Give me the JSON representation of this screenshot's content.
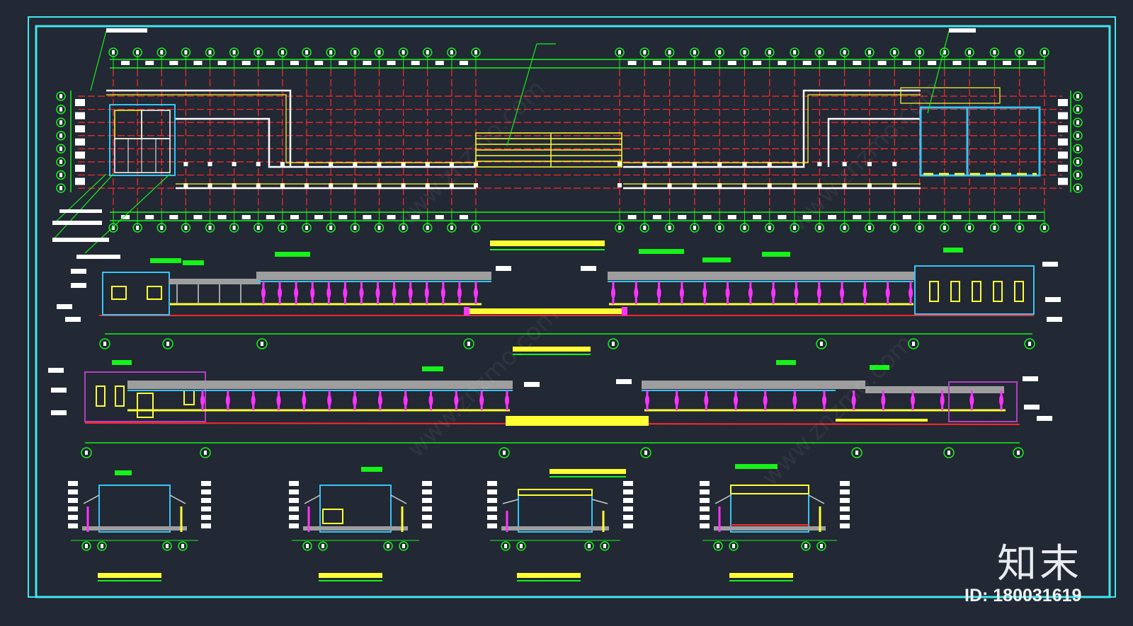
{
  "colors": {
    "background": "#222834",
    "frame": "#3fe8f0",
    "grid": "#16f21a",
    "axis": "#ff2a2a",
    "wall": "#ffffff",
    "glulam": "#ffff33",
    "column": "#ff33ff",
    "roof": "#9e9e9e",
    "room": "#33c6f7"
  },
  "plan": {
    "column_count_left": 16,
    "column_count_right": 18,
    "row_count": 8
  },
  "elevations": {
    "long_elevation_1_bays": 14,
    "long_elevation_2_bays": 13
  },
  "branding": {
    "logo_text": "知末",
    "image_id": "ID: 180031619",
    "watermark": "www.znzmo.com"
  }
}
